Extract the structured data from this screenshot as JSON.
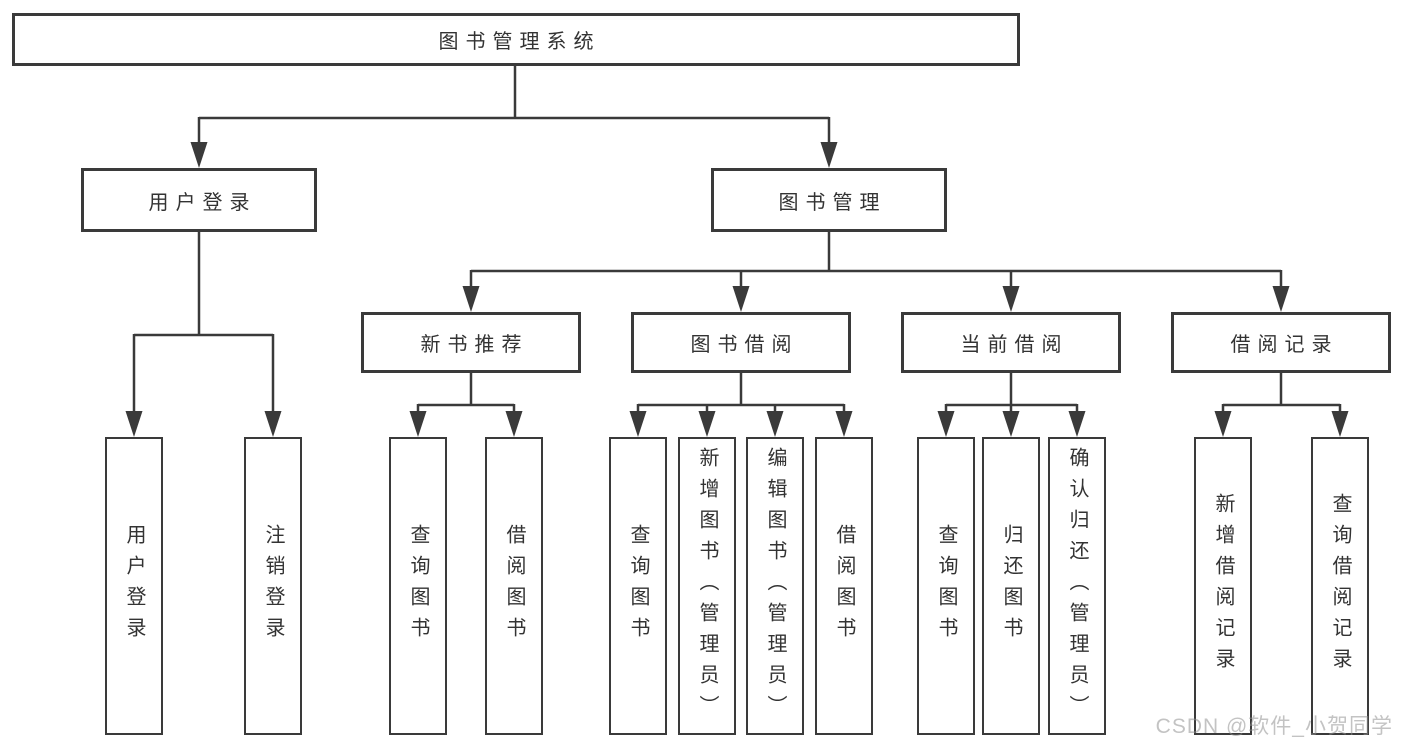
{
  "diagram_title": "图书管理系统",
  "colors": {
    "line": "#3a3a3a",
    "text": "#333333",
    "background": "#ffffff",
    "watermark": "#919191"
  },
  "nodes": {
    "root": "图书管理系统",
    "user_login": "用户登录",
    "book_management": "图书管理",
    "new_book_recommend": "新书推荐",
    "book_borrow": "图书借阅",
    "current_borrow": "当前借阅",
    "borrow_record": "借阅记录",
    "leaf_user_login": "用户登录",
    "leaf_logout": "注销登录",
    "leaf_rec_query_book": "查询图书",
    "leaf_rec_borrow_book": "借阅图书",
    "leaf_bb_query_book": "查询图书",
    "leaf_bb_add_book": "新增图书（管理员）",
    "leaf_bb_edit_book": "编辑图书（管理员）",
    "leaf_bb_borrow_book": "借阅图书",
    "leaf_cb_query_book": "查询图书",
    "leaf_cb_return_book": "归还图书",
    "leaf_cb_confirm_return": "确认归还（管理员）",
    "leaf_br_add_record": "新增借阅记录",
    "leaf_br_query_record": "查询借阅记录"
  },
  "watermark": {
    "text": "CSDN @软件_小贺同学"
  }
}
